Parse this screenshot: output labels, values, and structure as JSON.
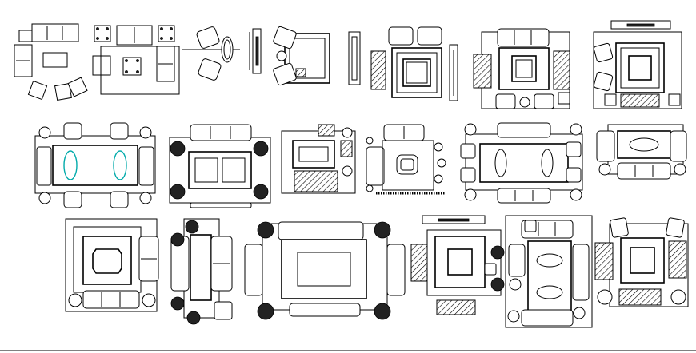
{
  "drawing": {
    "line_color": "#000000",
    "accent_color": "#00aaaa",
    "background": "#ffffff"
  },
  "blocks": [
    {
      "name": "sofa-set-l-layout"
    },
    {
      "name": "sofa-set-with-side-tables"
    },
    {
      "name": "armchair-pair-with-oval-table"
    },
    {
      "name": "tv-console-side-view"
    },
    {
      "name": "corner-armchair-set"
    },
    {
      "name": "narrow-console"
    },
    {
      "name": "living-set-with-tv-unit"
    },
    {
      "name": "living-set-rug-armchairs"
    },
    {
      "name": "tv-wall-living-set"
    },
    {
      "name": "round-table-living-set"
    },
    {
      "name": "rect-table-set-dark-tables"
    },
    {
      "name": "compact-set-hatched-ottoman"
    },
    {
      "name": "square-table-dotted-rug"
    },
    {
      "name": "oval-tables-long-set"
    },
    {
      "name": "oval-table-sofa-set"
    },
    {
      "name": "large-rug-sofa-set"
    },
    {
      "name": "long-sofa-dark-tables"
    },
    {
      "name": "rect-rug-four-dark-tables"
    },
    {
      "name": "tv-set-hatched-sofa"
    },
    {
      "name": "twin-oval-tables-set"
    },
    {
      "name": "corner-set-hatched-sofa"
    }
  ]
}
